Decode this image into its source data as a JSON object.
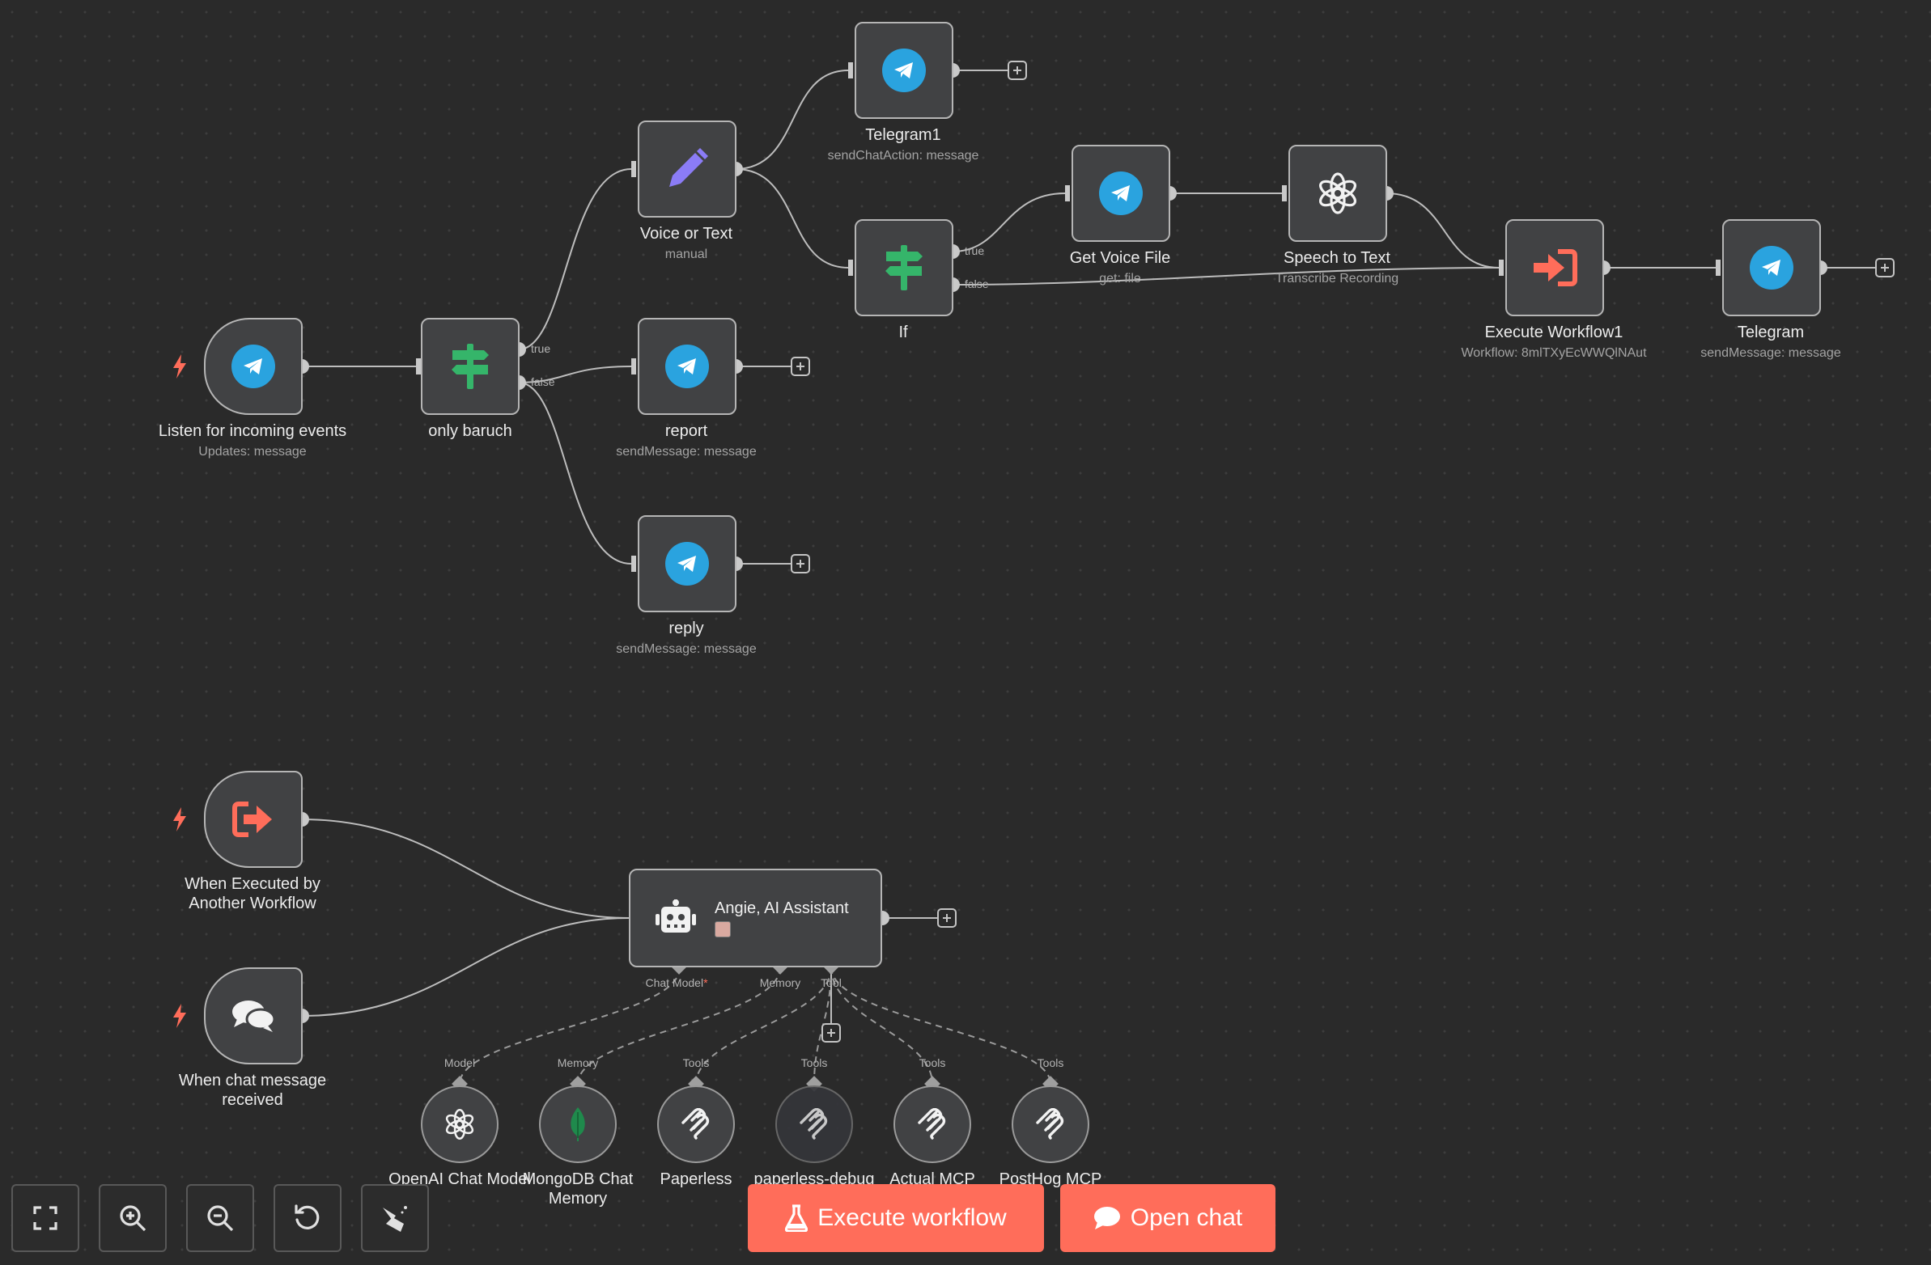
{
  "nodes": {
    "listen": {
      "label": "Listen for incoming events",
      "subtitle": "Updates: message"
    },
    "only_baruch": {
      "label": "only baruch"
    },
    "voice_or_text": {
      "label": "Voice or Text",
      "subtitle": "manual"
    },
    "report": {
      "label": "report",
      "subtitle": "sendMessage: message"
    },
    "reply": {
      "label": "reply",
      "subtitle": "sendMessage: message"
    },
    "telegram1": {
      "label": "Telegram1",
      "subtitle": "sendChatAction: message"
    },
    "if": {
      "label": "If"
    },
    "get_voice_file": {
      "label": "Get Voice File",
      "subtitle": "get: file"
    },
    "speech_to_text": {
      "label": "Speech to Text",
      "subtitle": "Transcribe Recording"
    },
    "execute_workflow1": {
      "label": "Execute Workflow1",
      "subtitle": "Workflow: 8mlTXyEcWWQlNAut"
    },
    "telegram": {
      "label": "Telegram",
      "subtitle": "sendMessage: message"
    },
    "when_executed": {
      "label_line1": "When Executed by",
      "label_line2": "Another Workflow"
    },
    "when_chat": {
      "label_line1": "When chat message",
      "label_line2": "received"
    },
    "agent": {
      "label": "Angie, AI Assistant"
    },
    "openai_chat_model": {
      "label": "OpenAI Chat Model",
      "port_label": "Model"
    },
    "mongodb_memory": {
      "label_line1": "MongoDB Chat",
      "label_line2": "Memory",
      "port_label": "Memory"
    },
    "paperless": {
      "label": "Paperless",
      "port_label": "Tools"
    },
    "paperless_debug": {
      "label": "paperless-debug",
      "port_label": "Tools"
    },
    "actual_mcp": {
      "label": "Actual MCP",
      "port_label": "Tools"
    },
    "posthog_mcp": {
      "label": "PostHog MCP",
      "port_label": "Tools"
    }
  },
  "branch_labels": {
    "true": "true",
    "false": "false"
  },
  "agent_ports": {
    "chat_model": "Chat Model",
    "required_mark": "*",
    "memory": "Memory",
    "tool": "Tool"
  },
  "controls": {
    "execute_workflow": "Execute workflow",
    "open_chat": "Open chat"
  },
  "colors": {
    "accent": "#ff6d5a",
    "telegram": "#2aa3df",
    "if_green": "#35b56a",
    "edit_purple": "#8b7cf6",
    "canvas": "#2a2a2a",
    "node": "#414244"
  },
  "icons": [
    "telegram-icon",
    "signpost-icon",
    "pencil-icon",
    "openai-icon",
    "execute-workflow-icon",
    "sign-out-icon",
    "chat-bubbles-icon",
    "robot-icon",
    "mongodb-leaf-icon",
    "mcp-icon",
    "bolt-icon",
    "fit-view-icon",
    "zoom-in-icon",
    "zoom-out-icon",
    "undo-icon",
    "clean-up-icon",
    "flask-icon",
    "chat-icon"
  ]
}
